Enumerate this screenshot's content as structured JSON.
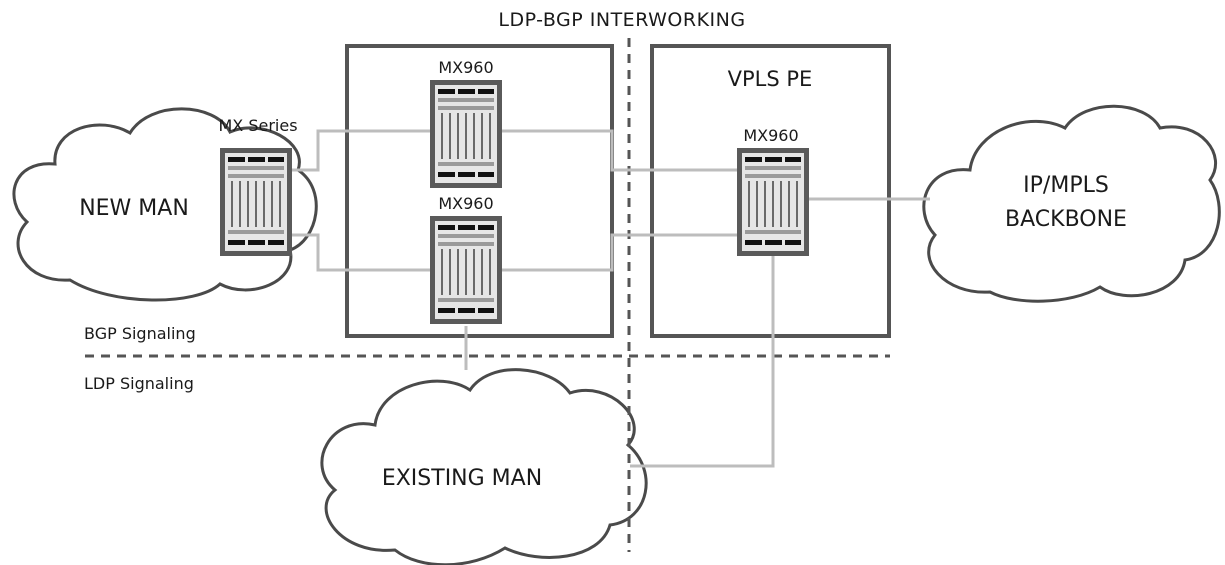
{
  "title": "LDP-BGP INTERWORKING",
  "clouds": {
    "new_man": "NEW MAN",
    "existing_man": "EXISTING MAN",
    "backbone_line1": "IP/MPLS",
    "backbone_line2": "BACKBONE"
  },
  "devices": {
    "mx_series": "MX Series",
    "mx960_top": "MX960",
    "mx960_bottom": "MX960",
    "mx960_pe": "MX960"
  },
  "boxes": {
    "vpls_pe": "VPLS PE"
  },
  "signaling": {
    "bgp": "BGP Signaling",
    "ldp": "LDP Signaling"
  },
  "colors": {
    "link": "#bdbdbd",
    "box_border": "#555555",
    "divider": "#555555",
    "router_body": "#5a5a5a",
    "router_face": "#e6e6e6"
  }
}
